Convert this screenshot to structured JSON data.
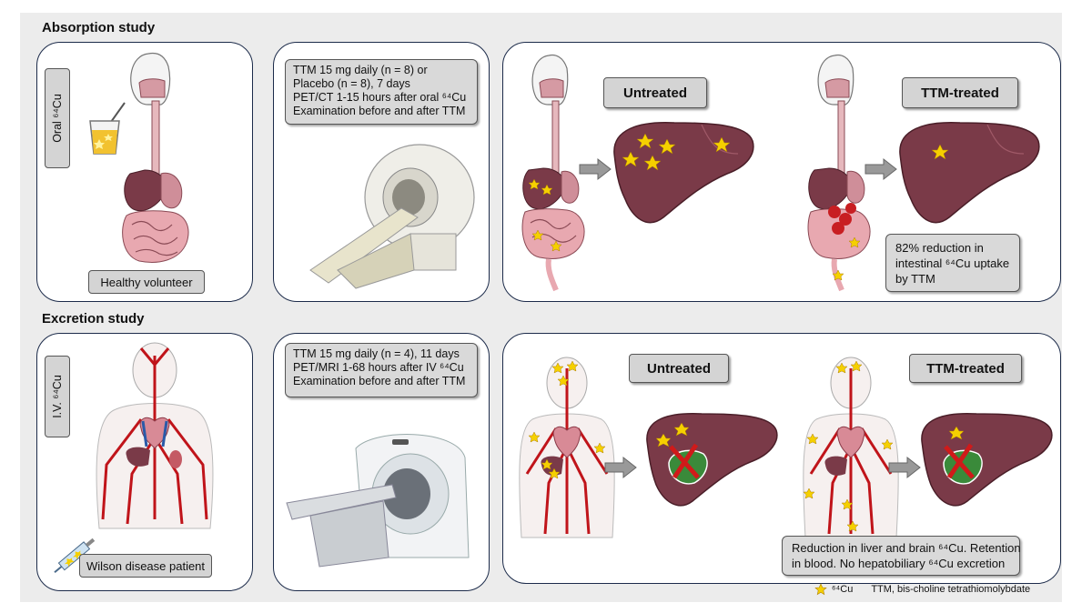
{
  "absorption": {
    "title": "Absorption study",
    "oral_label": "Oral ⁶⁴Cu",
    "volunteer_label": "Healthy volunteer",
    "protocol_lines": [
      "TTM 15 mg daily (n = 8) or",
      "Placebo (n = 8), 7 days",
      "PET/CT 1-15 hours after oral ⁶⁴Cu",
      "Examination before and after TTM"
    ],
    "untreated_label": "Untreated",
    "treated_label": "TTM-treated",
    "result_lines": [
      "82% reduction in",
      "intestinal ⁶⁴Cu uptake",
      "by TTM"
    ]
  },
  "excretion": {
    "title": "Excretion study",
    "iv_label": "I.V. ⁶⁴Cu",
    "patient_label": "Wilson disease patient",
    "protocol_lines": [
      "TTM 15 mg daily (n = 4), 11 days",
      "PET/MRI 1-68 hours after IV ⁶⁴Cu",
      "Examination before and after TTM"
    ],
    "untreated_label": "Untreated",
    "treated_label": "TTM-treated",
    "result_lines": [
      "Reduction in liver and brain ⁶⁴Cu. Retention",
      "in blood. No hepatobiliary ⁶⁴Cu excretion"
    ]
  },
  "legend": {
    "star_label": "⁶⁴Cu",
    "ttm_text": "TTM, bis-choline tetrathiomolybdate"
  },
  "colors": {
    "panel_border": "#1c2b4a",
    "liver": "#7a3a48",
    "star": "#f5d000",
    "artery": "#c0141a",
    "label_gray": "#d4d4d4"
  },
  "icons": [
    "star-icon",
    "arrow-right-icon",
    "ct-scanner-icon",
    "mri-scanner-icon",
    "syringe-icon",
    "cup-icon",
    "liver-icon",
    "human-digestive-icon",
    "human-vascular-icon"
  ]
}
